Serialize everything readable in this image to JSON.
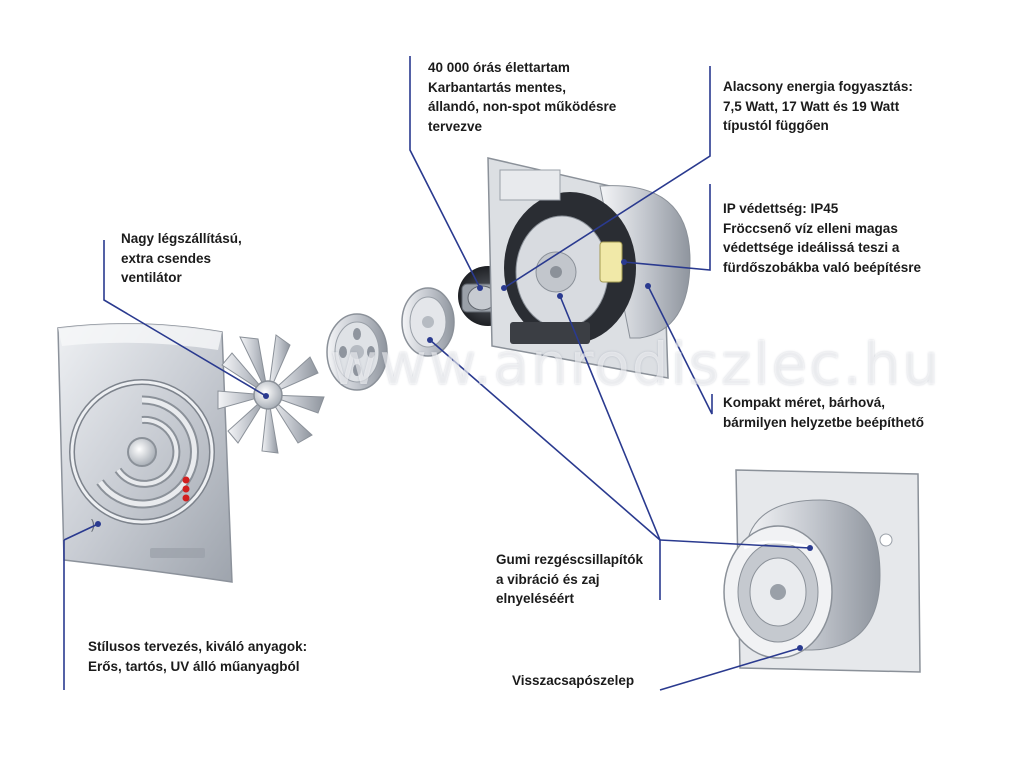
{
  "watermark": "www.anrodiszlec.hu",
  "colors": {
    "accent_line": "#2a3a8f",
    "product": "#c9ccd2",
    "led": "#d11f1f"
  },
  "callouts": {
    "lifetime": [
      "40 000 órás élettartam",
      "Karbantartás mentes,",
      "állandó, non-spot működésre",
      "tervezve"
    ],
    "energy": [
      "Alacsony energia fogyasztás:",
      "7,5 Watt, 17 Watt és 19 Watt",
      "típustól függően"
    ],
    "ip": [
      "IP védettség: IP45",
      "Fröccsenő víz elleni magas",
      "védettsége ideálissá teszi a",
      "fürdőszobákba való beépítésre"
    ],
    "airflow": [
      "Nagy légszállítású,",
      "extra csendes",
      "ventilátor"
    ],
    "compact": [
      "Kompakt méret, bárhová,",
      "bármilyen helyzetbe beépíthető"
    ],
    "rubber": [
      "Gumi rezgéscsillapítók",
      "a vibráció és zaj",
      "elnyeléséért"
    ],
    "design": [
      "Stílusos tervezés, kiváló anyagok:",
      "Erős, tartós, UV álló műanyagból"
    ],
    "valve": [
      "Visszacsapószelep"
    ]
  }
}
